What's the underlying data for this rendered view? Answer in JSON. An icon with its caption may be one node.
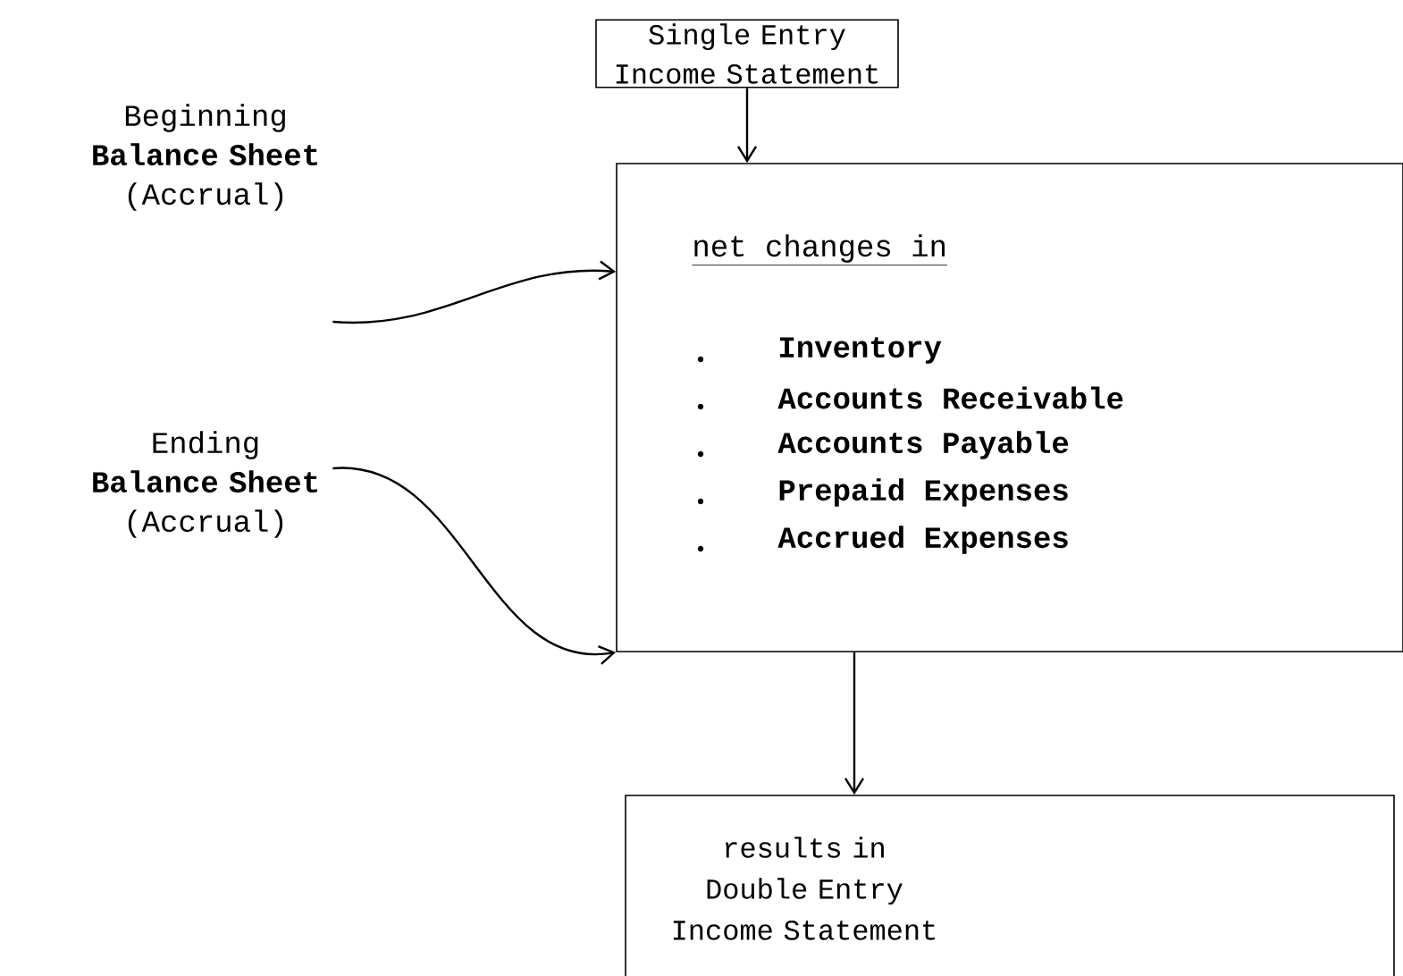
{
  "diagram": {
    "nodes": [
      {
        "text": [
          "Single Entry Income Statement"
        ]
      },
      {
        "text": [
          "net changes in",
          "Inventory",
          "Accounts Receivable",
          "Accounts Payable",
          "Prepaid Expenses",
          "Accrued Expenses"
        ]
      },
      {
        "text": [
          "Beginning **Balance Sheet** (Accrual)"
        ]
      },
      {
        "text": [
          "Ending **Balance Sheet** (Accrual)"
        ]
      },
      {
        "text": [
          "results in Double Entry Income Statement"
        ]
      }
    ],
    "edges": [
      {
        "from": 0,
        "to": 1,
        "arrow": "to"
      },
      {
        "from": 2,
        "to": 1,
        "arrow": "to"
      },
      {
        "from": 3,
        "to": 1,
        "arrow": "to"
      },
      {
        "from": 1,
        "to": 4,
        "arrow": "to"
      }
    ]
  }
}
